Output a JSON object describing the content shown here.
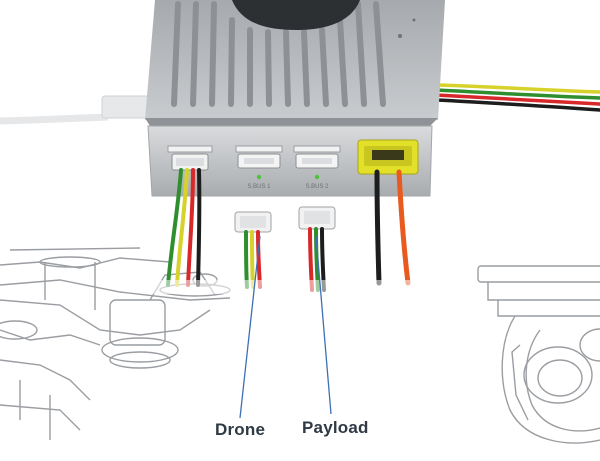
{
  "ports": [
    {
      "id": "port-usb",
      "label": "",
      "led": false
    },
    {
      "id": "port-sbus1",
      "label": "S.BUS 1",
      "led": true
    },
    {
      "id": "port-sbus2",
      "label": "S.BUS 2",
      "led": true
    },
    {
      "id": "port-power",
      "label": "",
      "led": false
    }
  ],
  "callouts": {
    "drone": "Drone",
    "payload": "Payload"
  },
  "colors": {
    "housing": "#b9bcbf",
    "housing_dark": "#8d9094",
    "callout_line": "#3f6fb5",
    "wire_green": "#2f8f2f",
    "wire_yellow": "#d6d22b",
    "wire_red": "#d8282a",
    "wire_black": "#1d1d1d",
    "wire_orange": "#e85a1e",
    "connector_yellow": "#e3e02a"
  }
}
